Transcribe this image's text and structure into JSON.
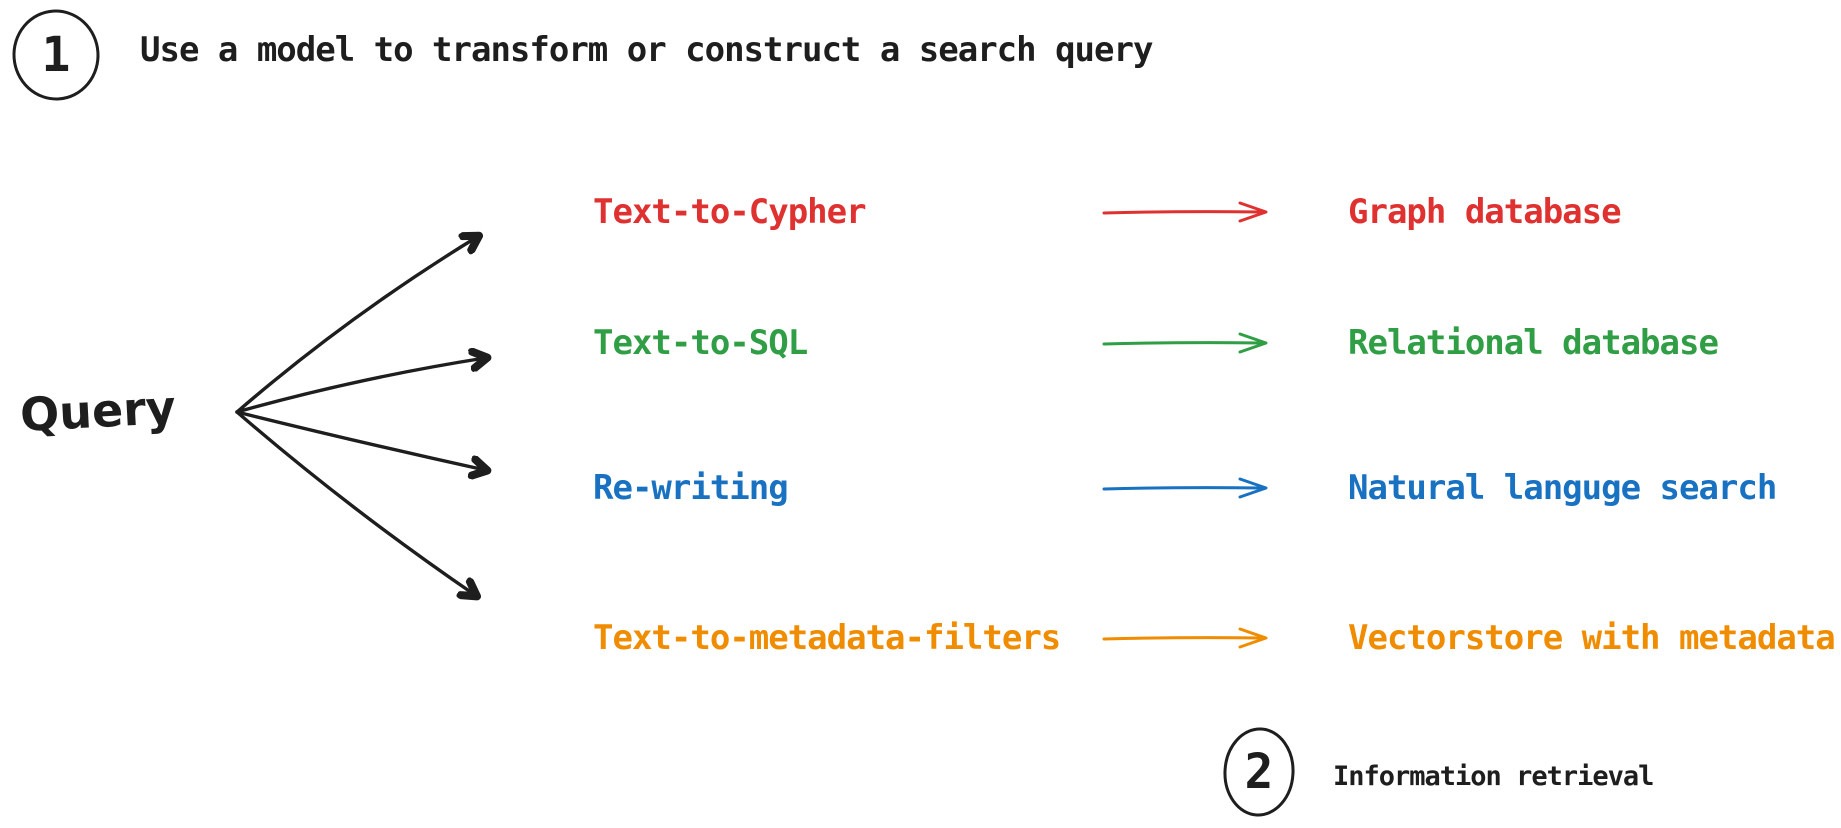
{
  "colors": {
    "ink": "#1e1e1e",
    "background": "#ffffff"
  },
  "steps": [
    {
      "number": "1",
      "label": "Use a model to transform or construct a search query"
    },
    {
      "number": "2",
      "label": "Information retrieval"
    }
  ],
  "query": {
    "label": "Query"
  },
  "rows": [
    {
      "method": "Text-to-Cypher",
      "target": "Graph database",
      "color": "#e03131"
    },
    {
      "method": "Text-to-SQL",
      "target": "Relational database",
      "color": "#2f9e44"
    },
    {
      "method": "Re-writing",
      "target": "Natural languge search",
      "color": "#1971c2"
    },
    {
      "method": "Text-to-metadata-filters",
      "target": "Vectorstore with metadata",
      "color": "#f08c00"
    }
  ]
}
